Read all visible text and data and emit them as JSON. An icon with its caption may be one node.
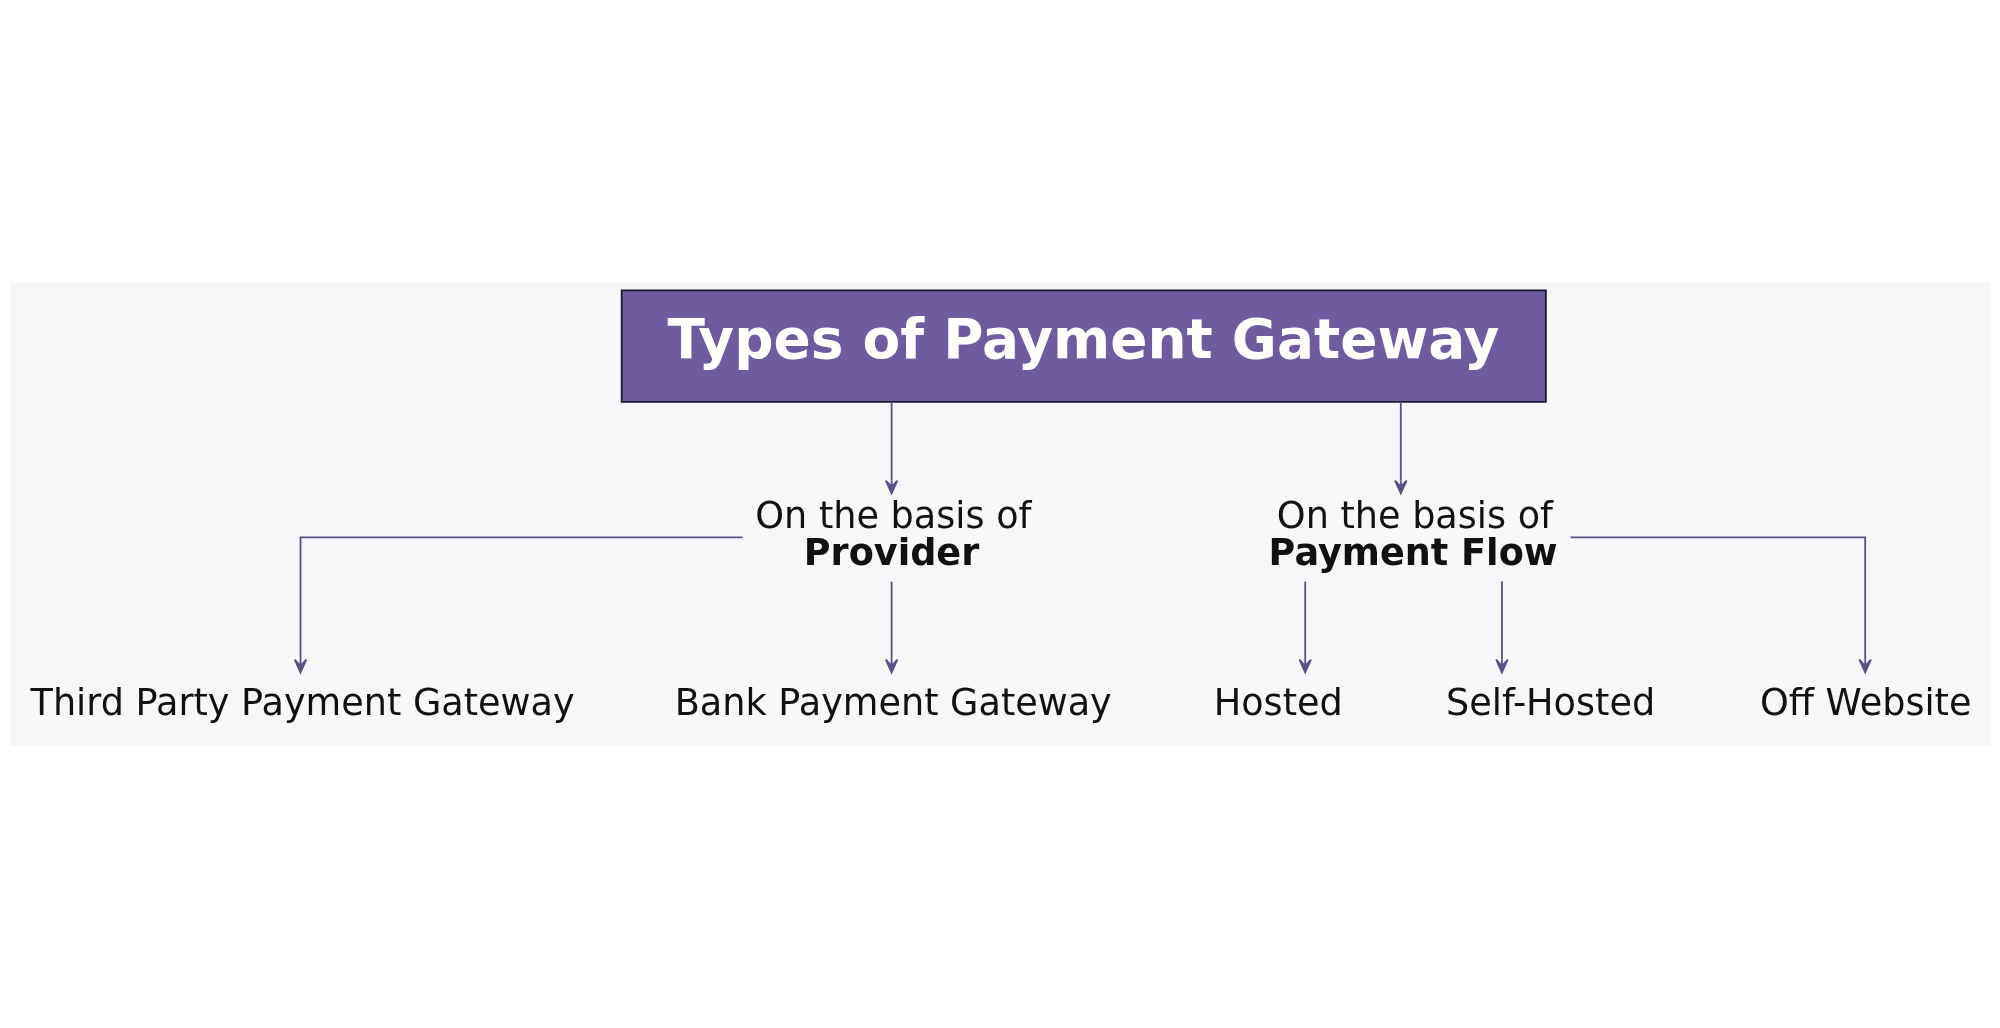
{
  "diagram": {
    "nodes": [
      {
        "text": [
          "Types of Payment Gateway"
        ]
      },
      {
        "text": [
          "On the basis of **Provider**"
        ]
      },
      {
        "text": [
          "On the basis of **Payment Flow**"
        ]
      },
      {
        "text": [
          "Third Party Payment Gateway"
        ]
      },
      {
        "text": [
          "Bank Payment Gateway"
        ]
      },
      {
        "text": [
          "Hosted"
        ]
      },
      {
        "text": [
          "Self-Hosted"
        ]
      },
      {
        "text": [
          "Off Website"
        ]
      }
    ],
    "edges": [
      {
        "from": 0,
        "to": 1,
        "arrow": "to"
      },
      {
        "from": 0,
        "to": 2,
        "arrow": "to"
      },
      {
        "from": 1,
        "to": 3,
        "arrow": "to"
      },
      {
        "from": 1,
        "to": 4,
        "arrow": "to"
      },
      {
        "from": 2,
        "to": 5,
        "arrow": "to"
      },
      {
        "from": 2,
        "to": 6,
        "arrow": "to"
      },
      {
        "from": 2,
        "to": 7,
        "arrow": "to"
      }
    ]
  }
}
